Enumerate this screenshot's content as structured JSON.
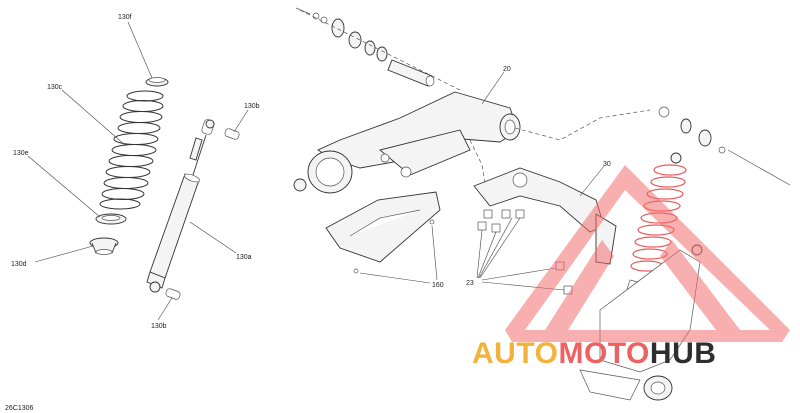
{
  "diagram_id": "26C1306",
  "callouts": {
    "spring_stopper_top": "130f",
    "spring": "130c",
    "spring_seat": "130e",
    "spring_cup": "130d",
    "shock_absorber": "130a",
    "bushing_top": "130b",
    "bushing_bottom": "130b",
    "swing_arm": "20",
    "rocker_arm": "30",
    "bolts": "23",
    "guard": "160"
  },
  "watermark": {
    "part1": "AUTO",
    "part2": "MOTO",
    "part3": "HUB",
    "color_orange": "#f3b23a",
    "color_red": "#ef6161",
    "color_dark": "#2e2e2e"
  }
}
